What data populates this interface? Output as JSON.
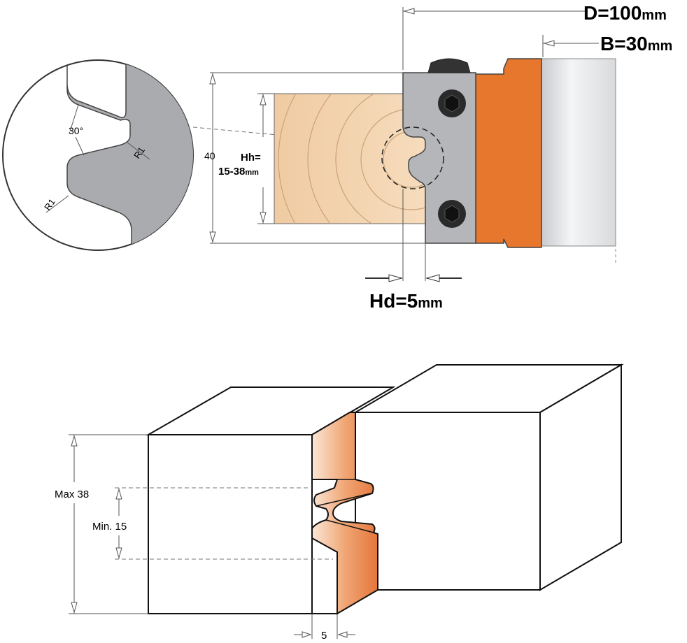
{
  "top_diagram": {
    "dim_D": "D=100",
    "dim_D_unit": "mm",
    "dim_B": "B=30",
    "dim_B_unit": "mm",
    "dim_Hd": "Hd=5",
    "dim_Hd_unit": "mm",
    "dim_Hh_1": "Hh=",
    "dim_Hh_2": "15-38",
    "dim_Hh_unit": "mm",
    "dim_40": "40",
    "detail_angle": "30°",
    "detail_radius_1": "R1",
    "detail_radius_2": "R1"
  },
  "bottom_diagram": {
    "max_label": "Max 38",
    "min_label": "Min. 15",
    "depth_label": "5"
  },
  "colors": {
    "cutter_orange": "#e8772e",
    "cutter_grey": "#b4b6b9",
    "wood": "#f3d2ad",
    "joint_orange": "#e98a52"
  }
}
